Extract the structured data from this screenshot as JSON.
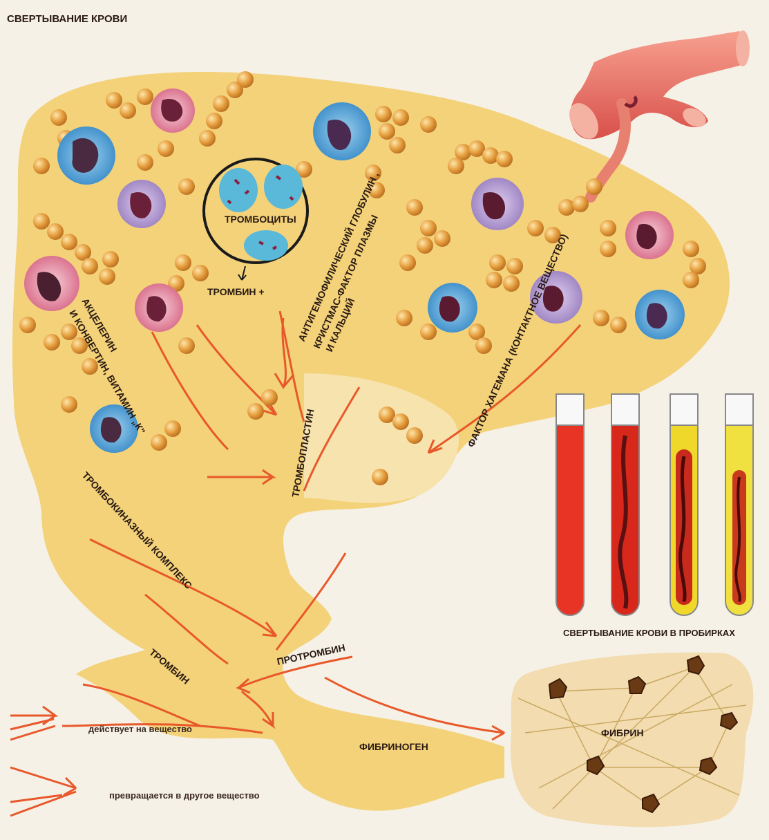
{
  "title": "СВЕРТЫВАНИЕ КРОВИ",
  "labels": {
    "platelets": "ТРОМБОЦИТЫ",
    "thrombin_plus": "ТРОМБИН  +",
    "antihemophilic_1": "АНТИГЕМОФИЛИЧЕСКИЙ ГЛОБУЛИН ,",
    "antihemophilic_2": "КРИСТМАС-ФАКТОР ПЛАЗМЫ",
    "antihemophilic_3": "И КАЛЬЦИЙ",
    "accelerin_1": "АКЦЕЛЕРИН",
    "accelerin_2": "И КОНВЕРТИН, ВИТАМИН „К\"",
    "hageman": "ФАКТОР ХАГЕМАНА (КОНТАКТНОЕ ВЕЩЕСТВО)",
    "thromboplastin": "ТРОМБОПЛАСТИН",
    "thrombokinase": "ТРОМБОКИНАЗНЫЙ КОМПЛЕКС",
    "prothrombin": "ПРОТРОМБИН",
    "thrombin": "ТРОМБИН",
    "fibrinogen": "ФИБРИНОГЕН",
    "fibrin": "ФИБРИН",
    "test_tubes": "СВЕРТЫВАНИЕ КРОВИ В ПРОБИРКАХ"
  },
  "legend": {
    "acts_on": "действует на вещество",
    "converts": "превращается в другое вещество"
  },
  "colors": {
    "plasma": "#f3d27a",
    "arrow": "#e8582a",
    "blood": "#d8281c",
    "serum": "#f0d82a",
    "cell": "#d9963a"
  },
  "test_tubes": [
    {
      "content": "blood"
    },
    {
      "content": "clotting"
    },
    {
      "content": "clot-in-serum"
    },
    {
      "content": "retracted-clot"
    }
  ]
}
